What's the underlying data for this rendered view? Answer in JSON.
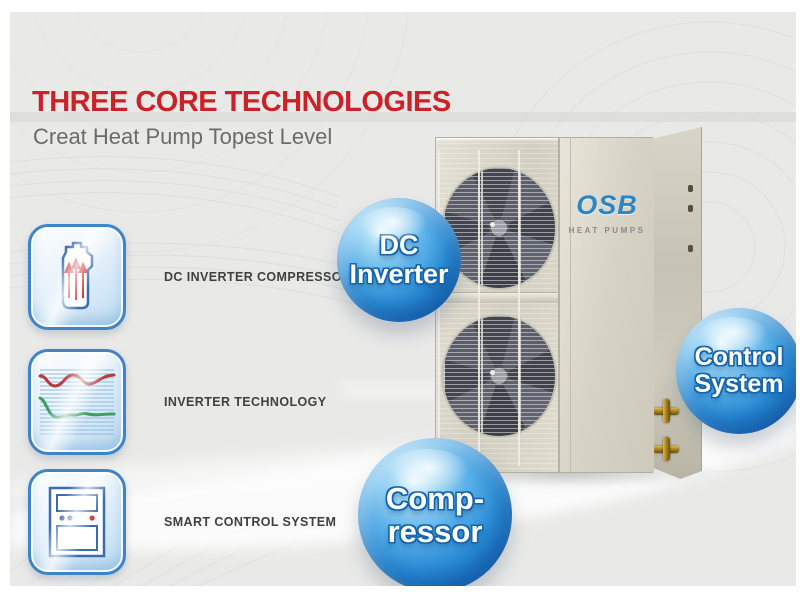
{
  "header": {
    "title": "THREE CORE TECHNOLOGIES",
    "subtitle": "Creat Heat Pump Topest Level"
  },
  "technologies": [
    {
      "icon": "compressor-icon",
      "label": "DC INVERTER COMPRESSOR"
    },
    {
      "icon": "waveform-icon",
      "label": "INVERTER TECHNOLOGY"
    },
    {
      "icon": "control-panel-icon",
      "label": "SMART CONTROL SYSTEM"
    }
  ],
  "bubbles": [
    {
      "id": "dc-inverter",
      "line1": "DC",
      "line2": "Inverter"
    },
    {
      "id": "control-system",
      "line1": "Control",
      "line2": "System"
    },
    {
      "id": "compressor",
      "line1": "Comp-",
      "line2": "ressor"
    }
  ],
  "product": {
    "brand": "OSB",
    "tagline": "HEAT PUMPS"
  },
  "colors": {
    "title_red": "#cd2128",
    "subtitle_gray": "#6b6b6b",
    "panel_gray": "#e9e9e8",
    "bubble_blue": "#2a8cd6",
    "bubble_text_outline": "#1565ae",
    "tile_border_blue": "#3e84c6",
    "logo_blue": "#2b86c6",
    "cabinet_metal": "#d2cfc1",
    "valve_brass": "#b58a24",
    "arrow_red": "#cf2b2b",
    "wave_green": "#3f9e5f"
  }
}
